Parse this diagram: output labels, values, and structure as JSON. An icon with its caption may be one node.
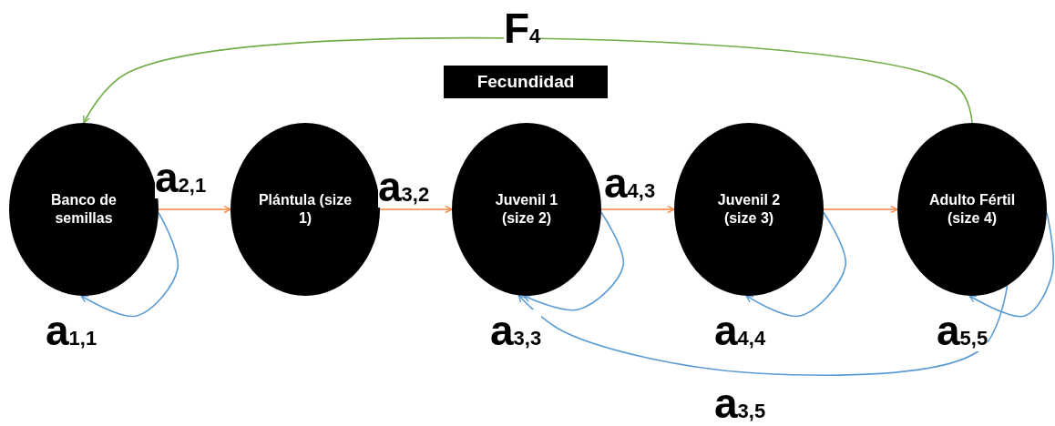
{
  "diagram": {
    "nodes": [
      {
        "text": [
          "Banco de semillas"
        ]
      },
      {
        "text": [
          "Plántula (size 1)"
        ]
      },
      {
        "text": [
          "Juvenil 1 (size 2)"
        ]
      },
      {
        "text": [
          "Juvenil 2 (size 3)"
        ]
      },
      {
        "text": [
          "Adulto Fértil (size 4)"
        ]
      },
      {
        "text": [
          "Fecundidad"
        ]
      }
    ],
    "edges": [
      {
        "from": 4,
        "to": 0,
        "arrow": "to",
        "label": "F$_{4}$",
        "color": "#70ad47"
      },
      {
        "from": 0,
        "to": 1,
        "arrow": "to",
        "label": "a$_{2,1}$",
        "color": "#f4843c"
      },
      {
        "from": 1,
        "to": 2,
        "arrow": "to",
        "label": "a$_{3,2}$",
        "color": "#f4843c"
      },
      {
        "from": 2,
        "to": 3,
        "arrow": "to",
        "label": "a$_{4,3}$",
        "color": "#f4843c"
      },
      {
        "from": 3,
        "to": 4,
        "arrow": "to",
        "color": "#f4843c"
      },
      {
        "from": 0,
        "to": 0,
        "arrow": "to",
        "label": "a$_{1,1}$"
      },
      {
        "from": 2,
        "to": 2,
        "arrow": "to",
        "label": "a$_{3,3}$"
      },
      {
        "from": 3,
        "to": 3,
        "arrow": "to",
        "label": "a$_{4,4}$"
      },
      {
        "from": 4,
        "to": 4,
        "arrow": "to",
        "label": "a$_{5,5}$"
      },
      {
        "from": 4,
        "to": 2,
        "arrow": "to",
        "label": "a$_{3,5}$"
      }
    ]
  }
}
